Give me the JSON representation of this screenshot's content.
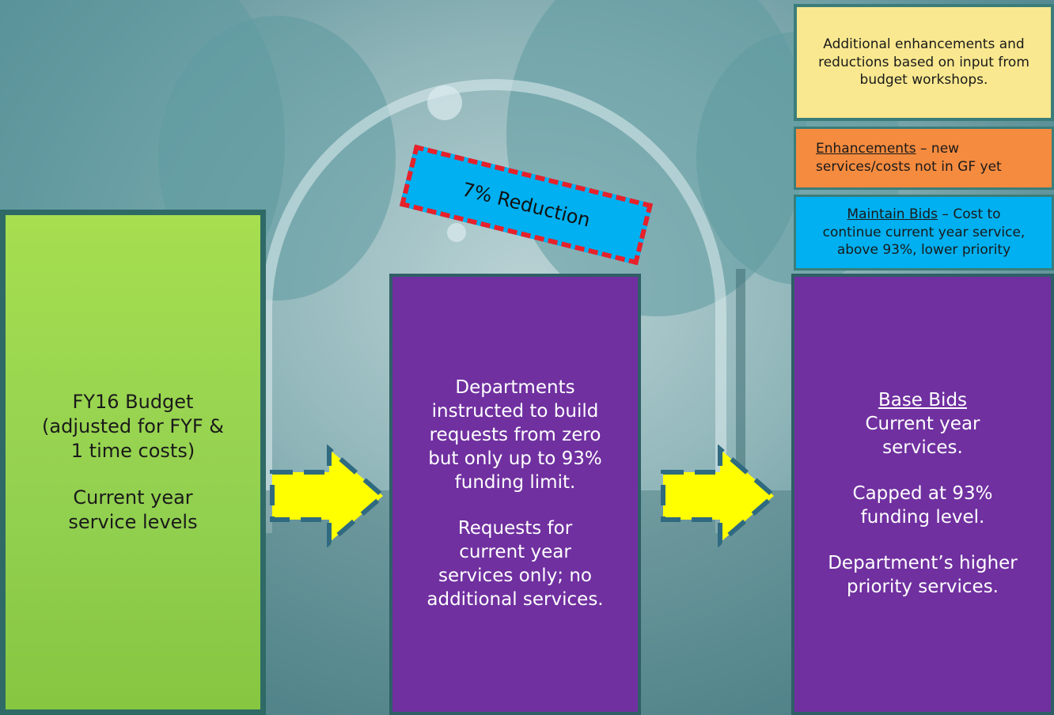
{
  "left_box": {
    "line1": "FY16 Budget",
    "line2": "(adjusted for FYF &",
    "line3": "1 time costs)",
    "line4": "Current year",
    "line5": "service levels"
  },
  "reduction_label": "7% Reduction",
  "middle_box": {
    "line1": "Departments",
    "line2": "instructed to build",
    "line3": "requests from zero",
    "line4": "but only up to 93%",
    "line5": "funding limit.",
    "line6": "Requests for",
    "line7": "current year",
    "line8": "services only; no",
    "line9": "additional services."
  },
  "stack": {
    "additional": "Additional enhancements and reductions based on input from budget workshops.",
    "enhancements_title": "Enhancements",
    "enhancements_text": " – new",
    "enhancements_text2": "services/costs not in GF yet",
    "maintain_title": "Maintain Bids",
    "maintain_text": " – Cost to",
    "maintain_text2": "continue current year service,",
    "maintain_text3": "above 93%, lower priority"
  },
  "right_box": {
    "title": "Base Bids",
    "line1": "Current year",
    "line2": "services.",
    "line3": "Capped at 93%",
    "line4": "funding level.",
    "line5": "Department’s higher",
    "line6": "priority services."
  },
  "colors": {
    "green": "#92d050",
    "purple": "#7030a0",
    "yellow_box": "#f9e88f",
    "orange_box": "#f58b3f",
    "cyan_box": "#00b0f0",
    "arrow_fill": "#ffff00",
    "arrow_dash": "#2f6a80",
    "reduction_border": "#e8202a"
  }
}
